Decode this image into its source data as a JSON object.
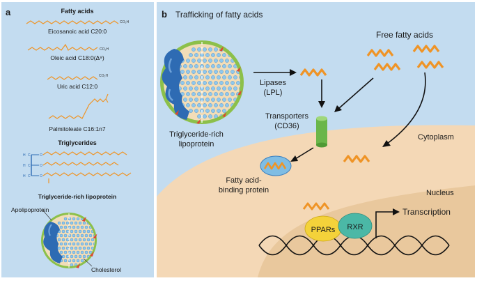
{
  "panel_a": {
    "letter": "a",
    "fatty_acids_heading": "Fatty acids",
    "acids": [
      {
        "name": "Eicosanoic acid C20:0",
        "group": "CO₂H"
      },
      {
        "name": "Oleic acid C18:0(Δ⁹)",
        "group": "CO₂H"
      },
      {
        "name": "Uric acid C12:0",
        "group": "CO₂H"
      },
      {
        "name": "Palmitoleate C16:1n7",
        "group": ""
      }
    ],
    "triglycerides_heading": "Triglycerides",
    "tg_atoms": {
      "h": "H",
      "c": "C",
      "o": "O"
    },
    "lipoprotein_heading": "Triglyceride-rich lipoprotein",
    "apolipoprotein_label": "Apolipoprotein",
    "cholesterol_label": "Cholesterol"
  },
  "panel_b": {
    "letter": "b",
    "title": "Trafficking of fatty acids",
    "free_fatty_acids": "Free fatty acids",
    "lipases": [
      "Lipases",
      "(LPL)"
    ],
    "transporters": [
      "Transporters",
      "(CD36)"
    ],
    "tg_lipoprotein": [
      "Triglyceride-rich",
      "lipoprotein"
    ],
    "cytoplasm": "Cytoplasm",
    "fabp": [
      "Fatty acid-",
      "binding protein"
    ],
    "nucleus": "Nucleus",
    "ppars": "PPARs",
    "rxr": "RXR",
    "transcription": "Transcription"
  },
  "colors": {
    "panel_bg": "#c3dcf0",
    "cytoplasm": "#f4d8b6",
    "nucleus": "#e9c89d",
    "fatty_acid": "#ef9426",
    "lipoprotein_shell": "#8cc04a",
    "apolipoprotein": "#2e6bb3",
    "cholesterol": "#e04530",
    "transporter": "#6ab64a",
    "ppar": "#f4d23a",
    "rxr": "#4bb8a6"
  }
}
